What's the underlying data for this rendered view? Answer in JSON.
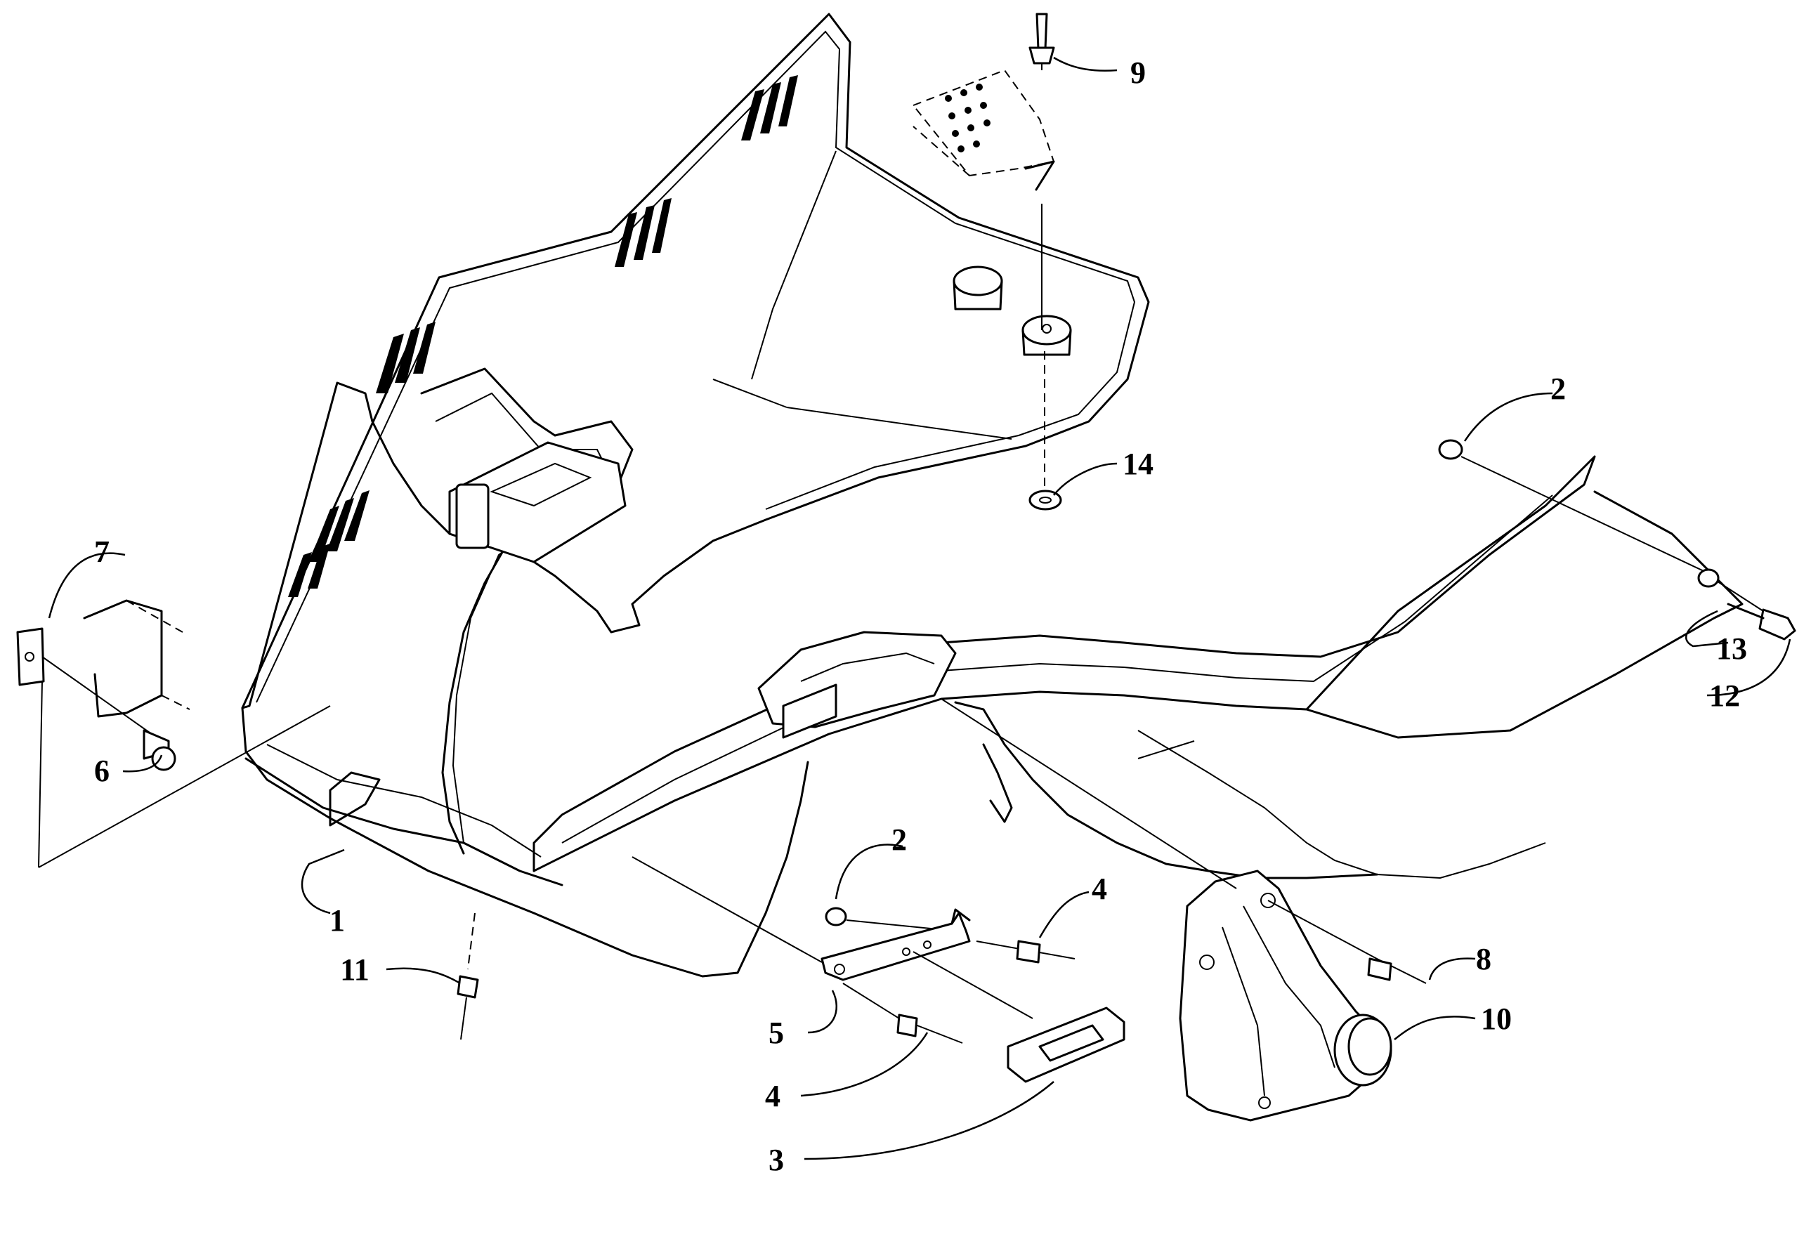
{
  "callouts": [
    {
      "id": "1",
      "label": "1"
    },
    {
      "id": "2a",
      "label": "2"
    },
    {
      "id": "2b",
      "label": "2"
    },
    {
      "id": "3",
      "label": "3"
    },
    {
      "id": "4a",
      "label": "4"
    },
    {
      "id": "4b",
      "label": "4"
    },
    {
      "id": "5",
      "label": "5"
    },
    {
      "id": "6",
      "label": "6"
    },
    {
      "id": "7",
      "label": "7"
    },
    {
      "id": "8",
      "label": "8"
    },
    {
      "id": "9",
      "label": "9"
    },
    {
      "id": "10",
      "label": "10"
    },
    {
      "id": "11",
      "label": "11"
    },
    {
      "id": "12",
      "label": "12"
    },
    {
      "id": "13",
      "label": "13"
    },
    {
      "id": "14",
      "label": "14"
    }
  ]
}
